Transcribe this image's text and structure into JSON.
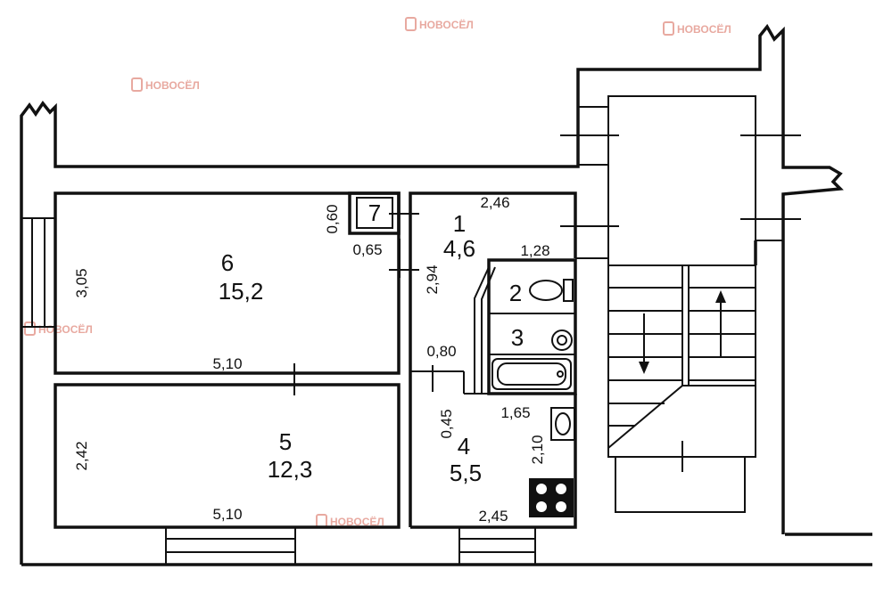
{
  "watermark": {
    "brand": "НОВОСЁЛ"
  },
  "rooms": [
    {
      "id": "6",
      "number": "6",
      "area": "15,2"
    },
    {
      "id": "5",
      "number": "5",
      "area": "12,3"
    },
    {
      "id": "1",
      "number": "1",
      "area": "4,6"
    },
    {
      "id": "4",
      "number": "4",
      "area": "5,5"
    },
    {
      "id": "7",
      "number": "7"
    },
    {
      "id": "2",
      "number": "2"
    },
    {
      "id": "3",
      "number": "3"
    }
  ],
  "dimensions": {
    "room6_height": "3,05",
    "room6_width": "5,10",
    "room5_height": "2,42",
    "room5_width": "5,10",
    "closet_height": "0,60",
    "closet_width": "0,65",
    "hall_width": "2,46",
    "hall_height": "2,94",
    "wc_width": "1,28",
    "passage_width": "0,80",
    "kitchen_door_offset": "0,45",
    "bath_width": "1,65",
    "kitchen_height": "2,10",
    "kitchen_width": "2,45"
  },
  "icons": {
    "toilet": "toilet-icon",
    "washbasin": "washbasin-icon",
    "bathtub": "bathtub-icon",
    "sink": "sink-icon",
    "stove": "stove-icon",
    "arrow_up": "arrow-up-icon",
    "arrow_down": "arrow-down-icon"
  }
}
